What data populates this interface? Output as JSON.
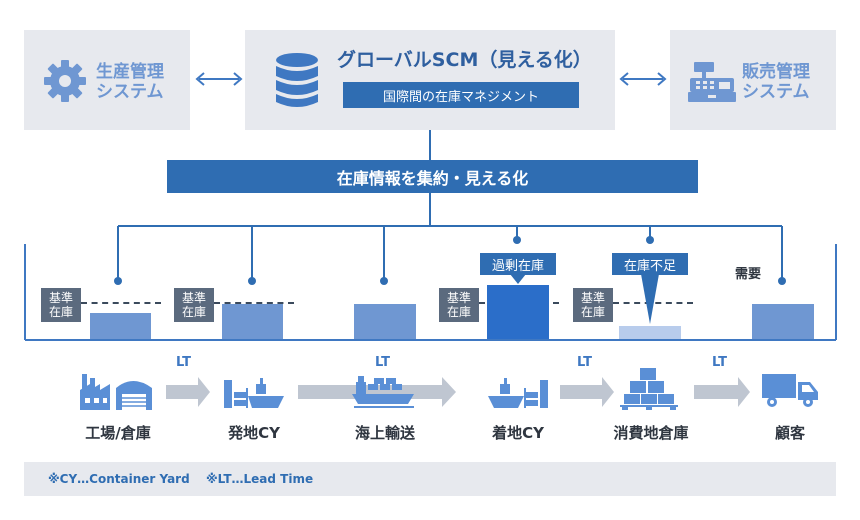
{
  "header": {
    "left_system": {
      "line1": "生産管理",
      "line2": "システム",
      "icon": "gear-icon"
    },
    "center": {
      "title": "グローバルSCM（見える化）",
      "subtitle": "国際間の在庫マネジメント",
      "icon": "database-icon"
    },
    "right_system": {
      "line1": "販売管理",
      "line2": "システム",
      "icon": "cash-register-icon"
    }
  },
  "aggregate_band": "在庫情報を集約・見える化",
  "inventory": {
    "standard_stock_tag": {
      "line1": "基準",
      "line2": "在庫"
    },
    "excess_label": "過剰在庫",
    "shortage_label": "在庫不足",
    "demand_label": "需要"
  },
  "stages": [
    {
      "label": "工場/倉庫",
      "icon": "factory-icon"
    },
    {
      "label": "発地CY",
      "icon": "port-ship-icon"
    },
    {
      "label": "海上輸送",
      "icon": "cargo-ship-icon"
    },
    {
      "label": "着地CY",
      "icon": "port-ship-icon"
    },
    {
      "label": "消費地倉庫",
      "icon": "pallet-boxes-icon"
    },
    {
      "label": "顧客",
      "icon": "truck-icon"
    }
  ],
  "lead_time_label": "LT",
  "footnotes": {
    "cy": "※CY…Container Yard",
    "lt": "※LT…Lead Time"
  },
  "colors": {
    "accent_blue": "#2f6db2",
    "light_blue": "#6f97d2",
    "icon_blue": "#5a8fd6",
    "grey_box": "#e7e9ee",
    "arrow_grey": "#bfc6d1",
    "tag_dark": "#5b6a7e"
  }
}
